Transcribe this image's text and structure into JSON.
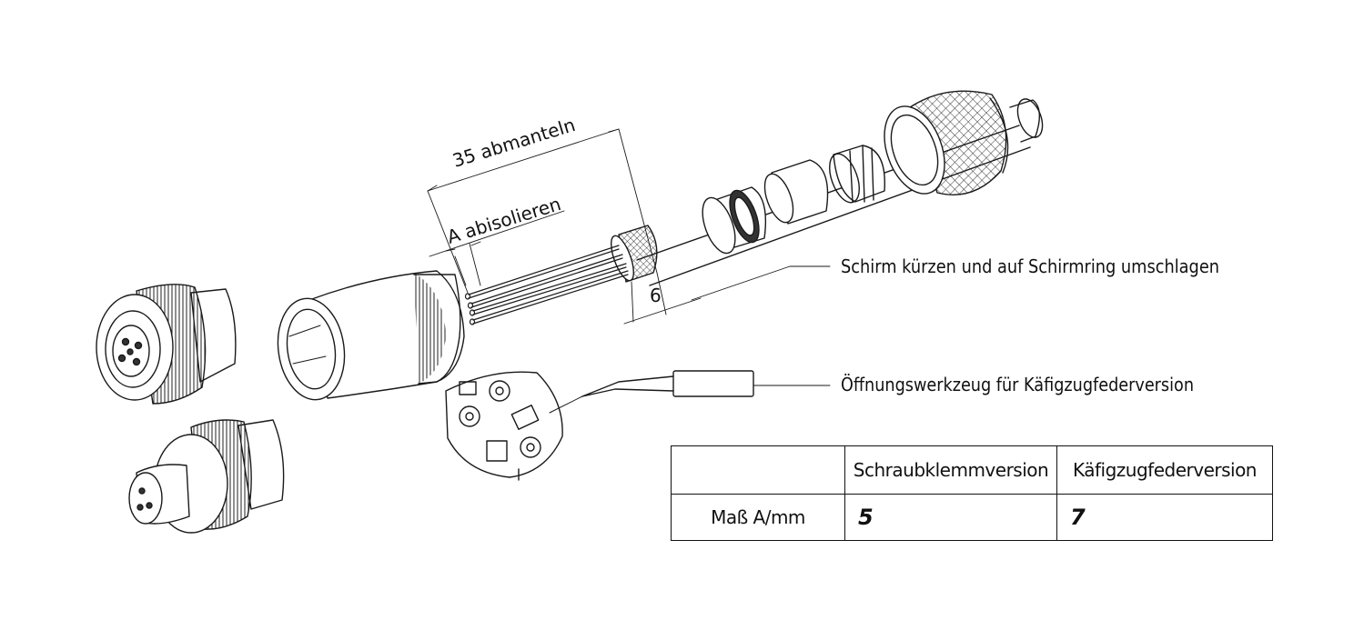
{
  "labels": {
    "strip_jacket": "35 abmanteln",
    "strip_insulation": "A abisolieren",
    "shield_dim": "6",
    "shield_note": "Schirm kürzen und auf Schirmring umschlagen",
    "tool_note": "Öffnungswerkzeug für Käfigzugfederversion"
  },
  "table": {
    "col1": "Schraubklemmversion",
    "col2": "Käfigzugfederversion",
    "row_label": "Maß A/mm",
    "val1": "5",
    "val2": "7"
  }
}
